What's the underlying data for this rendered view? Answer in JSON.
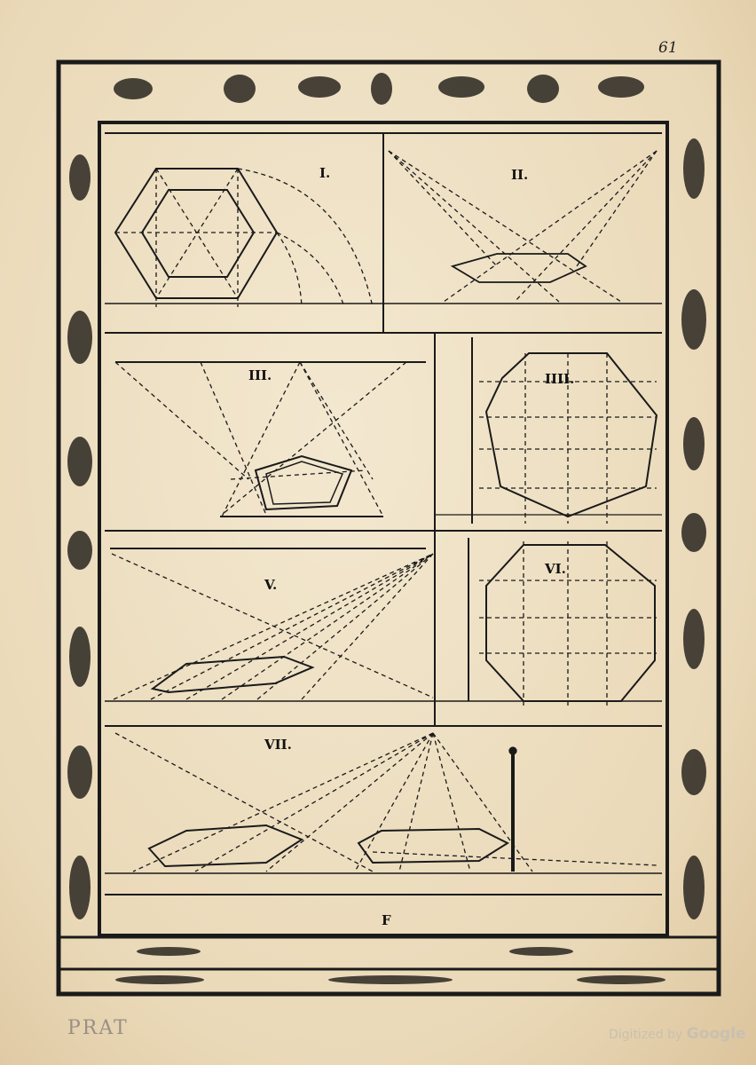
{
  "page_number": "61",
  "figures": {
    "fig1": "I.",
    "fig2": "II.",
    "fig3": "III.",
    "fig4": "IIII.",
    "fig5": "V.",
    "fig6": "VI.",
    "fig7": "VII."
  },
  "bottom_label": "F",
  "bleed_text": "PRAT",
  "watermark": {
    "prefix": "Digitized by",
    "brand": "Google"
  },
  "colors": {
    "ink": "#1a1a1a",
    "paper": "#efe3c9"
  }
}
